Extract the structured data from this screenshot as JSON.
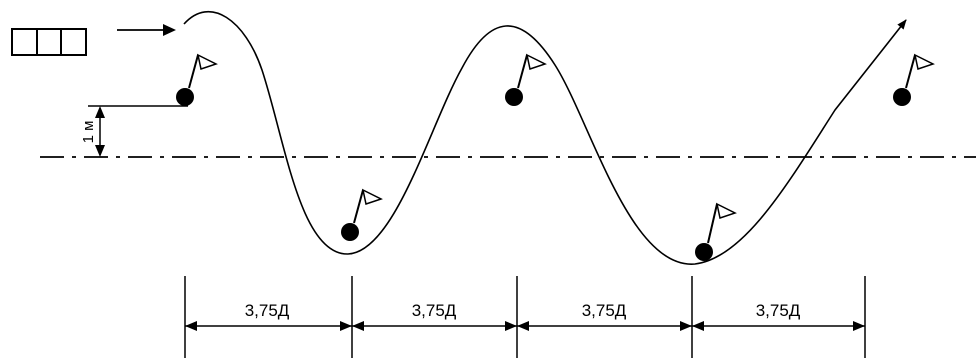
{
  "diagram": {
    "offset_label": "1 м",
    "spacing_labels": [
      "3,75Д",
      "3,75Д",
      "3,75Д",
      "3,75Д"
    ],
    "colors": {
      "stroke": "#000000",
      "background": "#ffffff"
    },
    "icons": [
      "vehicle-icon",
      "direction-arrow-icon",
      "flag-icon",
      "cone-icon"
    ]
  }
}
